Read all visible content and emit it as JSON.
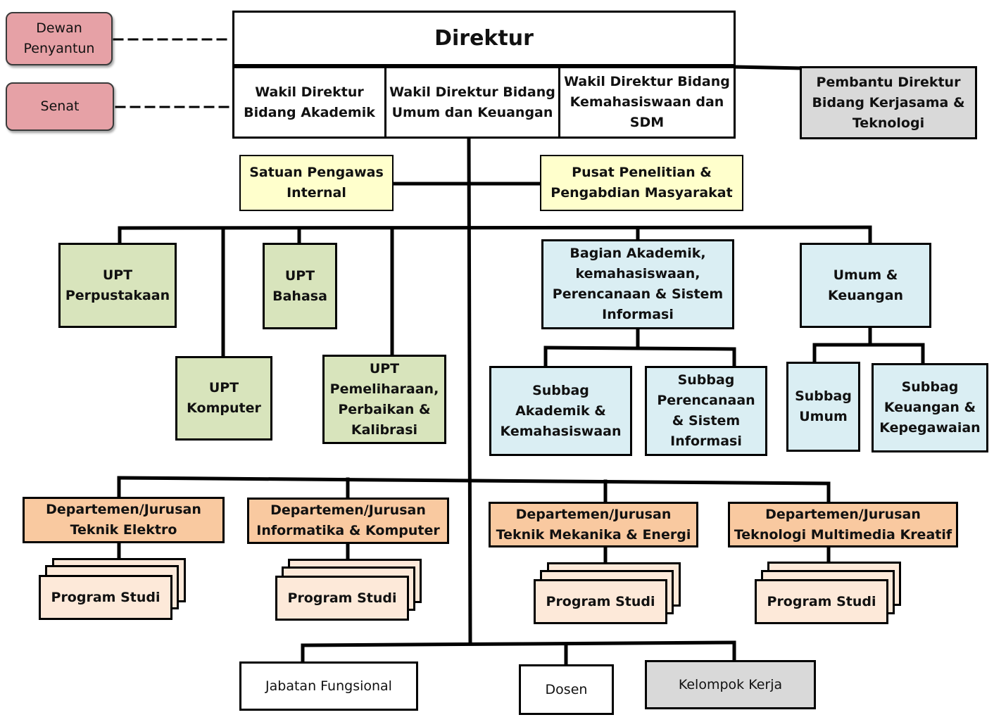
{
  "advisory": {
    "dewan": "Dewan\nPenyantun",
    "senat": "Senat"
  },
  "direktur": "Direktur",
  "wakil": {
    "akademik": "Wakil Direktur\nBidang Akademik",
    "umum": "Wakil Direktur Bidang\nUmum dan Keuangan",
    "kemahasiswaan": "Wakil Direktur Bidang\nKemahasiswaan dan\nSDM"
  },
  "pembantu": "Pembantu Direktur\nBidang Kerjasama &\nTeknologi",
  "spi": "Satuan Pengawas\nInternal",
  "p3m": "Pusat Penelitian &\nPengabdian Masyarakat",
  "upt": {
    "perpustakaan": "UPT\nPerpustakaan",
    "komputer": "UPT\nKomputer",
    "bahasa": "UPT\nBahasa",
    "pemeliharaan": "UPT\nPemeliharaan,\nPerbaikan &\nKalibrasi"
  },
  "bagian": {
    "akademik": "Bagian Akademik,\nkemahasiswaan,\nPerencanaan & Sistem\nInformasi",
    "umum": "Umum &\nKeuangan"
  },
  "subbag": {
    "akademik": "Subbag\nAkademik &\nKemahasiswaan",
    "perencanaan": "Subbag\nPerencanaan\n& Sistem\nInformasi",
    "umum": "Subbag\nUmum",
    "keuangan": "Subbag\nKeuangan &\nKepegawaian"
  },
  "departemen": [
    {
      "name": "Departemen/Jurusan\nTeknik Elektro",
      "prodi": "Program Studi"
    },
    {
      "name": "Departemen/Jurusan\nInformatika & Komputer",
      "prodi": "Program Studi"
    },
    {
      "name": "Departemen/Jurusan\nTeknik Mekanika & Energi",
      "prodi": "Program Studi"
    },
    {
      "name": "Departemen/Jurusan\nTeknologi Multimedia Kreatif",
      "prodi": "Program Studi"
    }
  ],
  "bottom": {
    "jabatan": "Jabatan Fungsional",
    "dosen": "Dosen",
    "kelompok": "Kelompok Kerja"
  },
  "colors": {
    "advisory": "#e6a1a6",
    "staff": "#ffffcc",
    "upt": "#d8e4bc",
    "bagian": "#daeef3",
    "departemen": "#f9c9a0",
    "prodi": "#fde9d9",
    "gray": "#d9d9d9"
  }
}
